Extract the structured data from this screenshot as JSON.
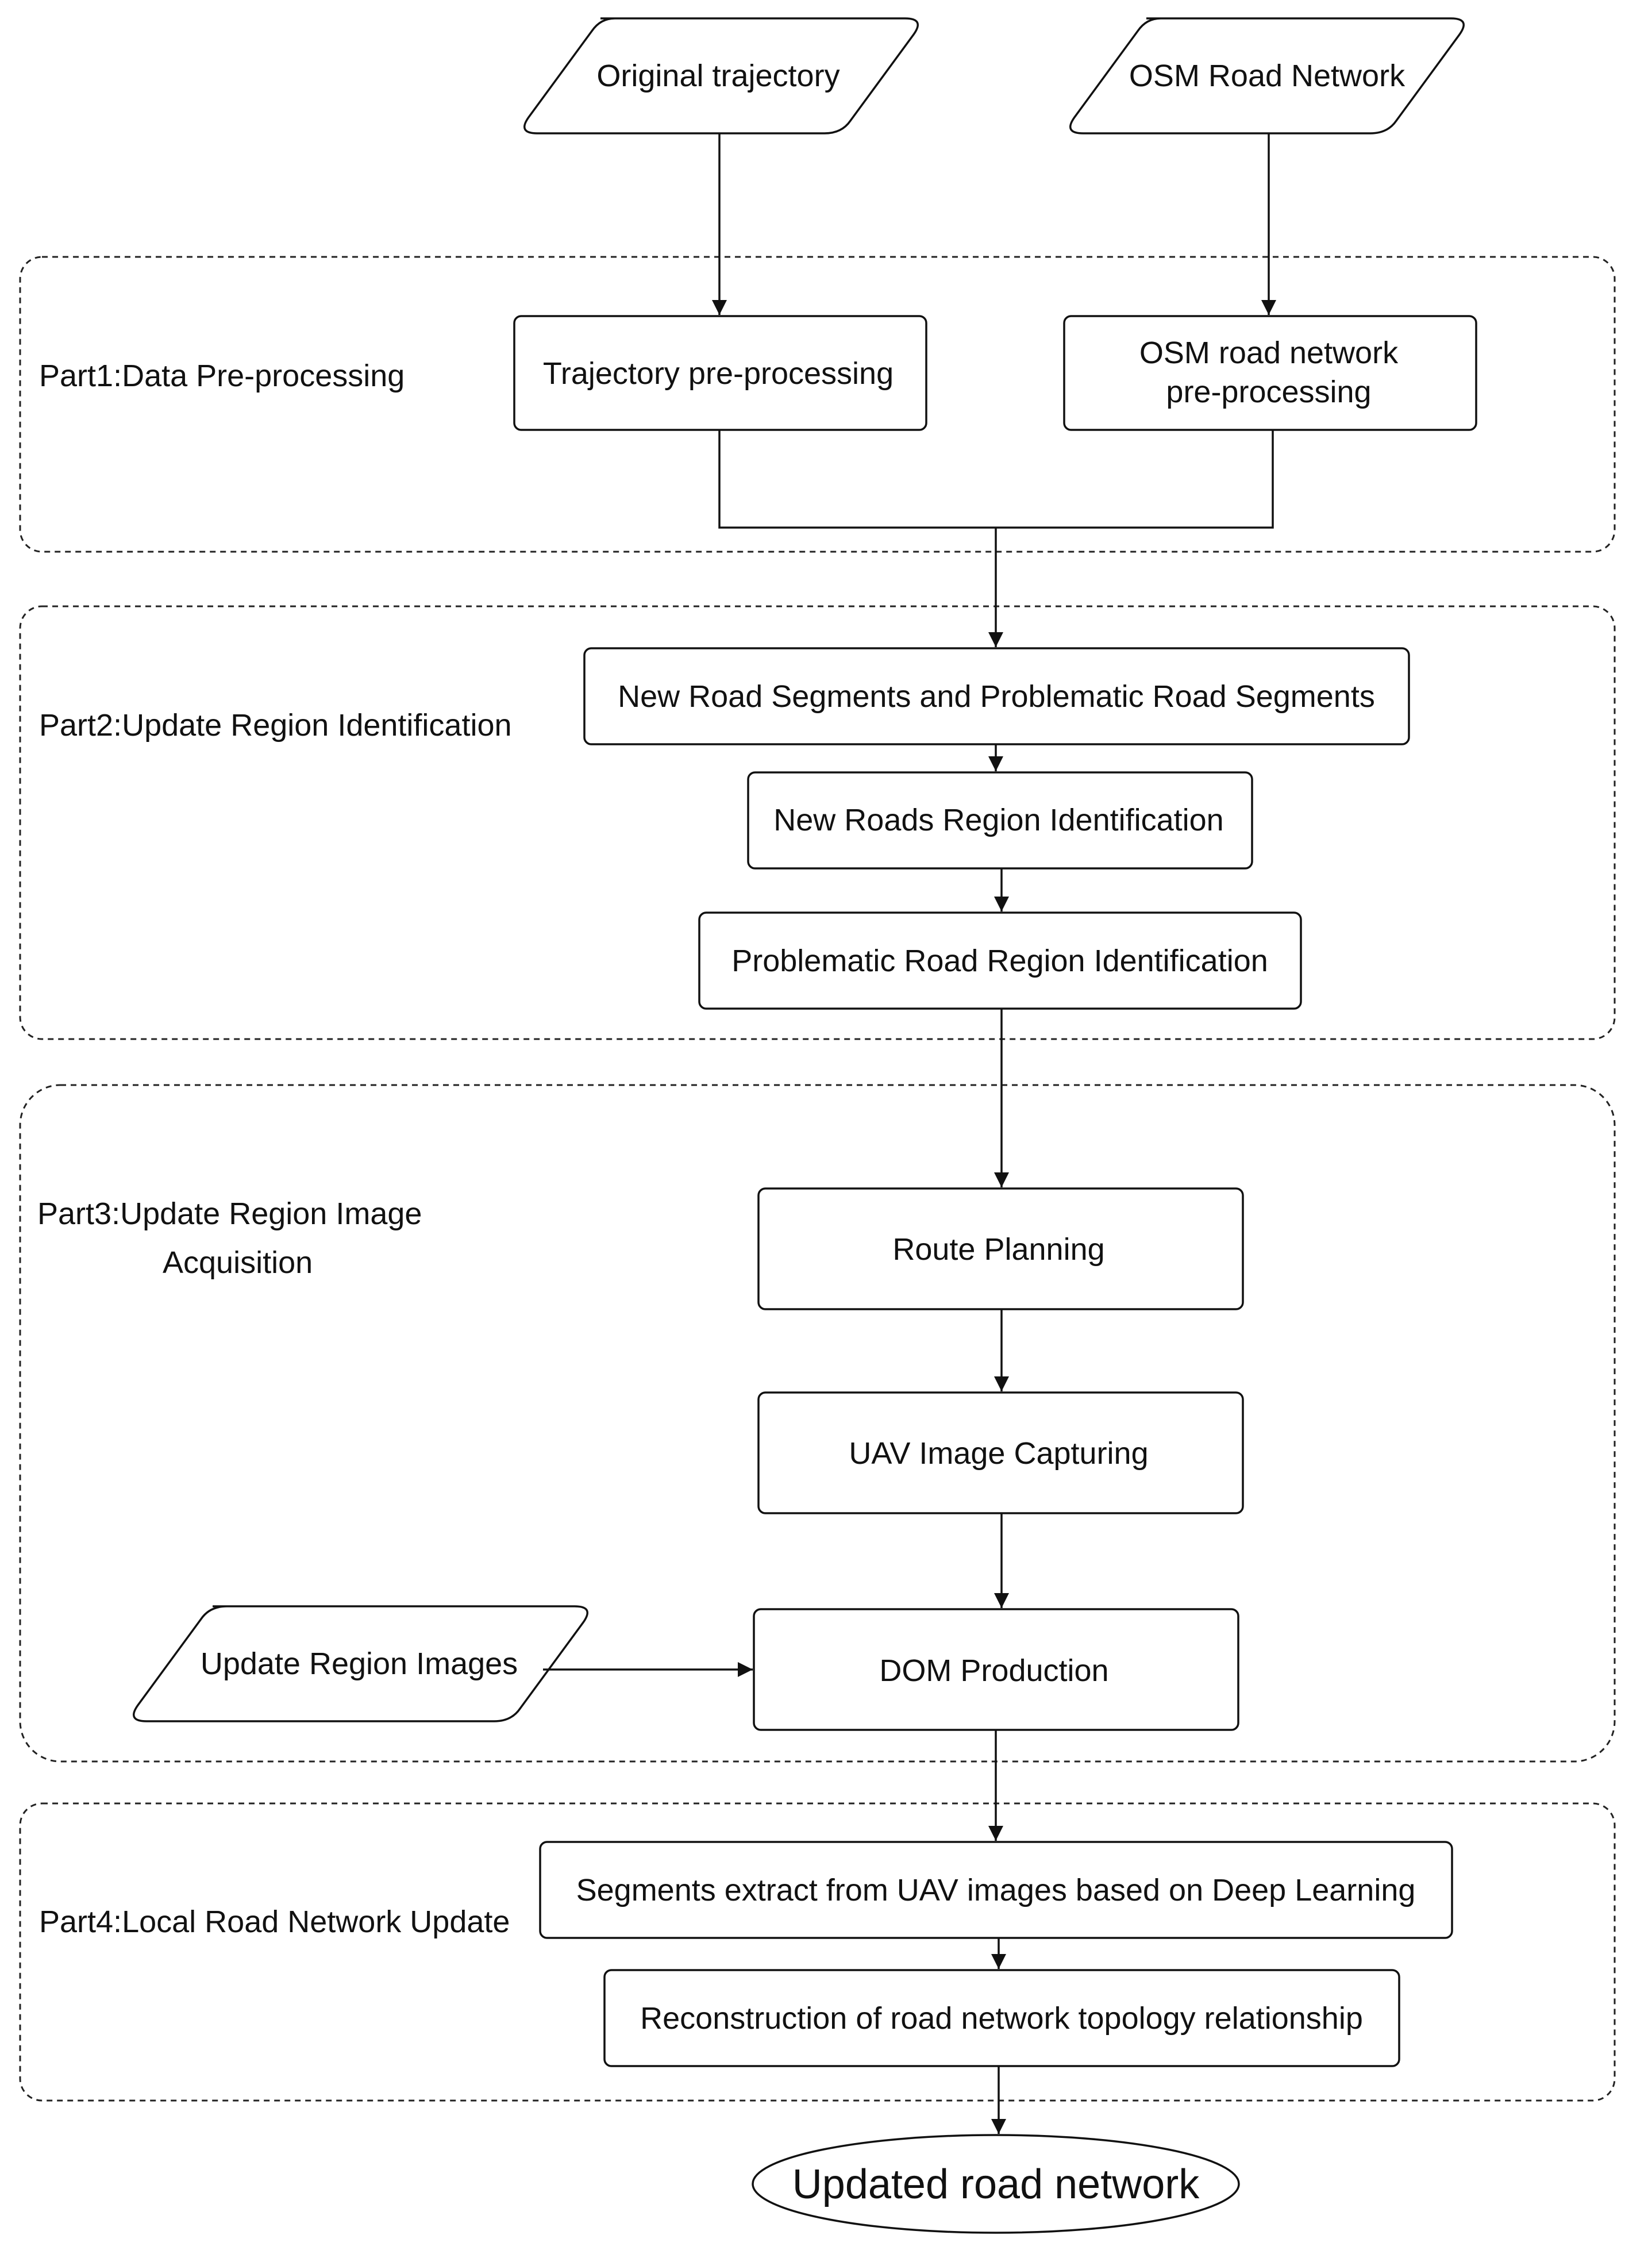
{
  "inputs": {
    "original_trajectory": "Original trajectory",
    "osm_road_network": "OSM Road Network",
    "update_region_images": "Update Region Images"
  },
  "part1": {
    "label": "Part1:Data Pre-processing",
    "trajectory_preprocessing": "Trajectory pre-processing",
    "osm_preprocessing_line1": "OSM road network",
    "osm_preprocessing_line2": "pre-processing"
  },
  "part2": {
    "label": "Part2:Update Region Identification",
    "segments": "New Road Segments and Problematic Road Segments",
    "new_roads_region": "New Roads Region Identification",
    "problematic_region": "Problematic Road Region Identification"
  },
  "part3": {
    "label_line1": "Part3:Update Region Image",
    "label_line2": "Acquisition",
    "route_planning": "Route Planning",
    "uav_capturing": "UAV Image Capturing",
    "dom_production": "DOM Production"
  },
  "part4": {
    "label": "Part4:Local Road Network Update",
    "segments_extract": "Segments extract from UAV images based on Deep Learning",
    "reconstruction": "Reconstruction of road network topology relationship"
  },
  "output": {
    "updated_road_network": "Updated road network"
  }
}
